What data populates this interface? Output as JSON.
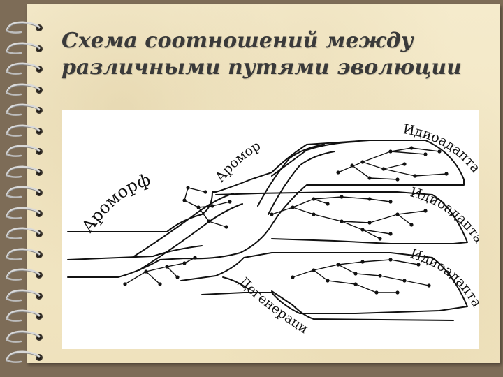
{
  "title": "Схема соотношений между различными путями эволюции",
  "title_lines": [
    "Схема соотношений между",
    "различными путями эволюции"
  ],
  "labels": {
    "aromorphoses_big": "Ароморфозы",
    "aromorphoses_small": "Ароморфозы",
    "idioadaptations_top": "Идиоадаптации",
    "idioadaptations_middle": "Идиоадаптации",
    "idioadaptations_bottom": "Идиоадаптации",
    "degeneration": "Дегенерация"
  },
  "colors": {
    "paper": "#f3e7c4",
    "background": "#7d6c57",
    "title": "#3a3a3a",
    "ink": "#111111"
  }
}
